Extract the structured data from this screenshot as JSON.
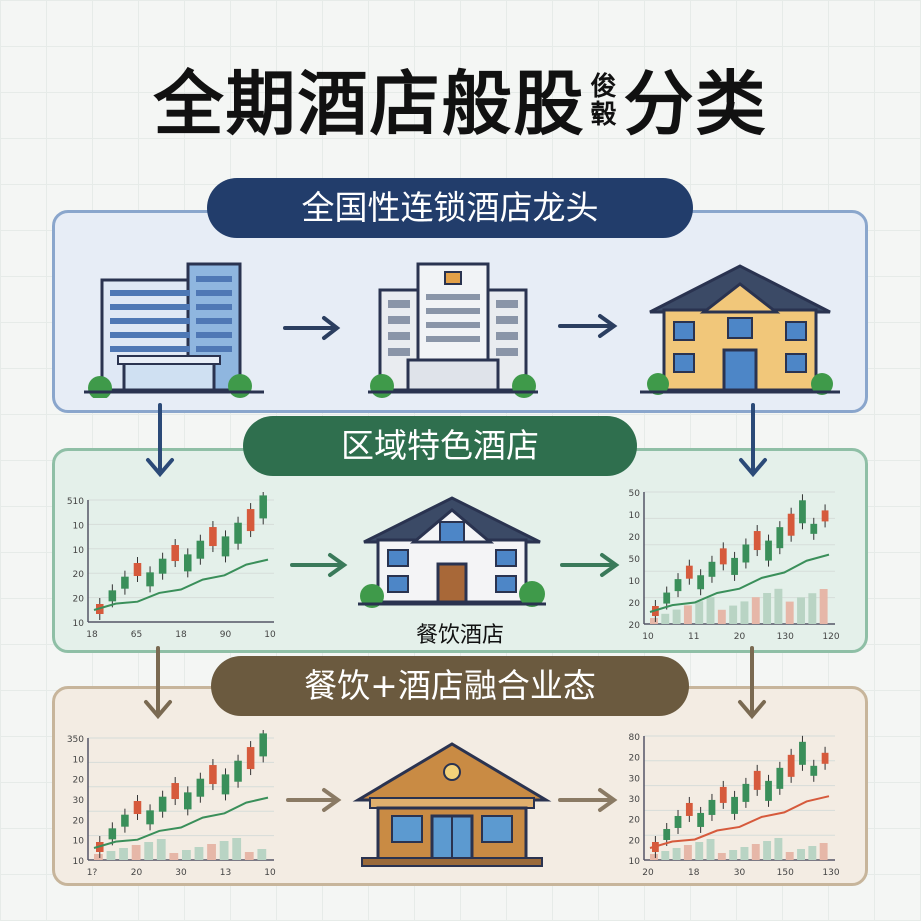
{
  "title": {
    "main": "全期酒店般股",
    "small_top": "俊",
    "small_bottom": "毂",
    "tail": "分类"
  },
  "tiers": [
    {
      "label": "全国性连锁酒店龙头"
    },
    {
      "label": "区域特色酒店",
      "center_caption": "餐饮酒店"
    },
    {
      "label": "餐饮+酒店融合业态"
    }
  ],
  "charts": {
    "c1": {
      "yticks": [
        "510",
        "10",
        "10",
        "20",
        "20",
        "10"
      ],
      "xticks": [
        "18",
        "65",
        "18",
        "90",
        "10"
      ]
    },
    "c2": {
      "yticks": [
        "50",
        "10",
        "20",
        "50",
        "10",
        "20",
        "20"
      ],
      "xticks": [
        "10",
        "11",
        "20",
        "130",
        "120"
      ]
    },
    "c3": {
      "yticks": [
        "350",
        "10",
        "20",
        "30",
        "20",
        "10",
        "10"
      ],
      "xticks": [
        "1?",
        "20",
        "30",
        "13",
        "10"
      ]
    },
    "c4": {
      "yticks": [
        "80",
        "20",
        "30",
        "30",
        "20",
        "20",
        "10"
      ],
      "xticks": [
        "20",
        "18",
        "30",
        "150",
        "130"
      ]
    }
  },
  "colors": {
    "tier1_bg": "#e7edf6",
    "tier2_bg": "#e4f0ea",
    "tier3_bg": "#f3ece3",
    "tier1_pill": "#223d6b",
    "tier2_pill": "#2f6f4e",
    "tier3_pill": "#6b5a3f",
    "candle_up": "#3a8f5a",
    "candle_down": "#d65a3c"
  }
}
